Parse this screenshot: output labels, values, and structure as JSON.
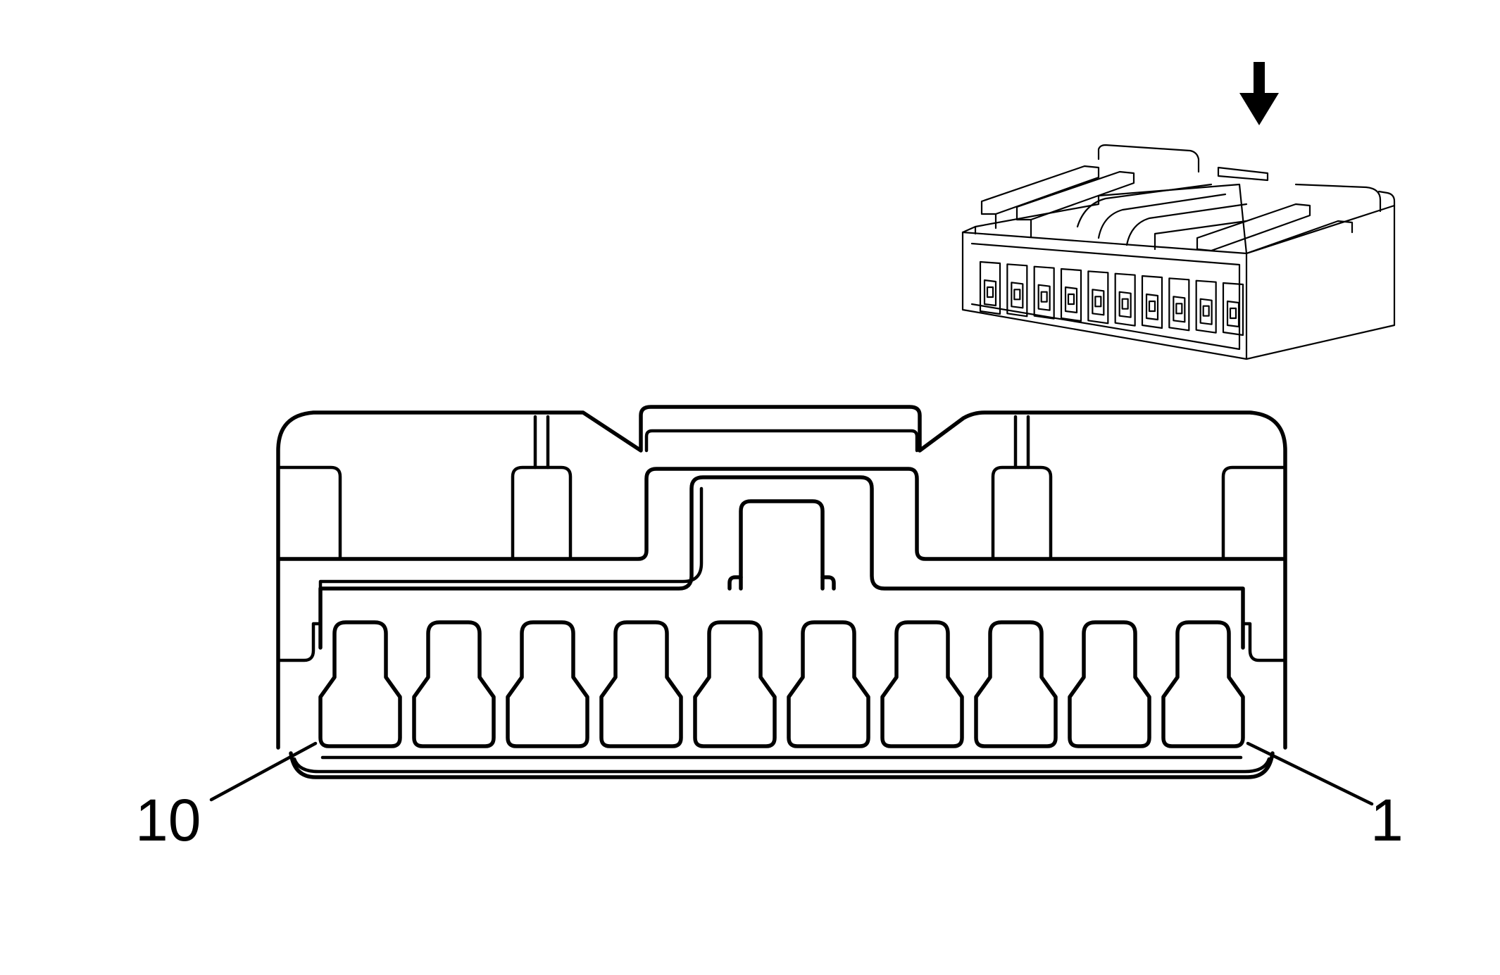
{
  "labels": {
    "pin_left": "10",
    "pin_right": "1"
  },
  "connector": {
    "pin_count": 10
  },
  "icons": {
    "view_arrow": "down-arrow-icon"
  }
}
